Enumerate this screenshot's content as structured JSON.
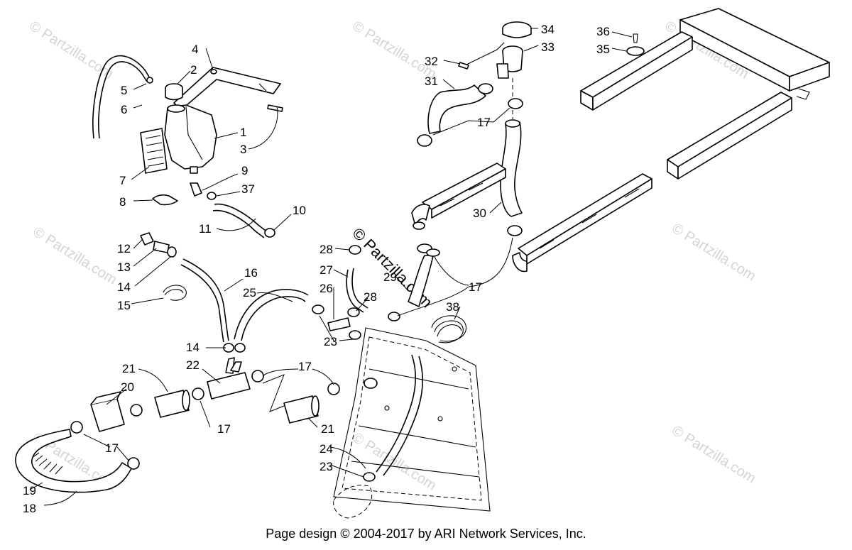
{
  "watermarks": {
    "repeat_text": "© Partzilla.com",
    "center_text": "© Partzilla.com"
  },
  "callouts": {
    "c1": "1",
    "c2": "2",
    "c3": "3",
    "c4": "4",
    "c5": "5",
    "c6": "6",
    "c7": "7",
    "c8": "8",
    "c9": "9",
    "c10": "10",
    "c11": "11",
    "c12": "12",
    "c13": "13",
    "c14a": "14",
    "c14b": "14",
    "c15": "15",
    "c16": "16",
    "c17a": "17",
    "c17b": "17",
    "c17c": "17",
    "c17d": "17",
    "c17e": "17",
    "c18": "18",
    "c19": "19",
    "c20": "20",
    "c21a": "21",
    "c21b": "21",
    "c22": "22",
    "c23a": "23",
    "c23b": "23",
    "c24": "24",
    "c25": "25",
    "c26": "26",
    "c27": "27",
    "c28a": "28",
    "c28b": "28",
    "c29": "29",
    "c30": "30",
    "c31": "31",
    "c32": "32",
    "c33": "33",
    "c34": "34",
    "c35": "35",
    "c36": "36",
    "c37": "37",
    "c38": "38"
  },
  "footer": {
    "text": "Page design © 2004-2017 by ARI Network Services, Inc."
  },
  "colors": {
    "line": "#000000",
    "watermark": "#d4d4d4",
    "background": "#ffffff"
  }
}
